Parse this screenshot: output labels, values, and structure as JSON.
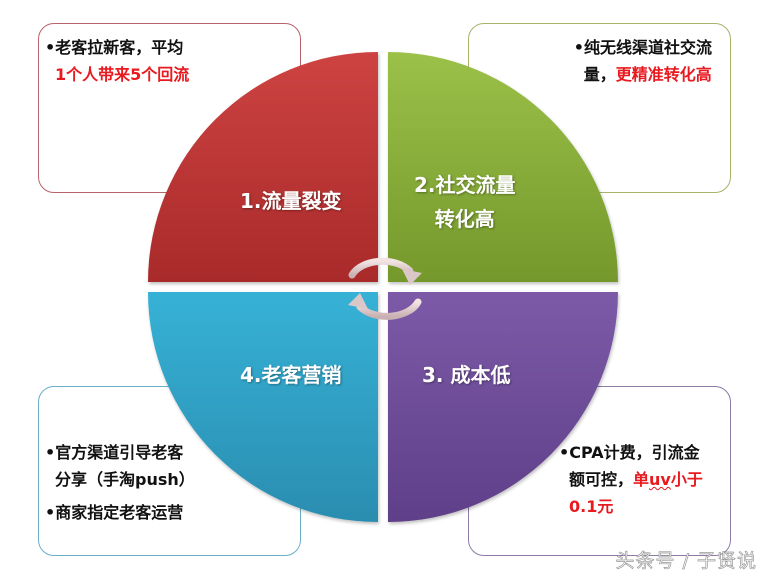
{
  "diagram": {
    "type": "four-quadrant-cycle",
    "colors": {
      "quadrant_1": "#c03a3a",
      "quadrant_2": "#8ab23a",
      "quadrant_3": "#6e4c98",
      "quadrant_4": "#31a3c8",
      "highlight_text": "#e8191f"
    },
    "quadrants": [
      {
        "id": 1,
        "label": "1.流量裂变"
      },
      {
        "id": 2,
        "label_line1": "2.社交流量",
        "label_line2": "转化高"
      },
      {
        "id": 3,
        "label": "3. 成本低"
      },
      {
        "id": 4,
        "label": "4.老客营销"
      }
    ],
    "boxes": {
      "top_left": {
        "line1": "•老客拉新客，平均",
        "line2_highlight": "1个人带来5个回流"
      },
      "top_right": {
        "line1": "•纯无线渠道社交流",
        "line2_prefix": "量，",
        "line2_highlight": "更精准转化高"
      },
      "bottom_left": {
        "bullet1_line1": "•官方渠道引导老客",
        "bullet1_line2": "分享（手淘push）",
        "bullet2": "•商家指定老客运营"
      },
      "bottom_right": {
        "line1": "•CPA计费，引流金",
        "line2_prefix": "额可控，",
        "line2_highlight_a": "单",
        "line2_highlight_uv": "uv",
        "line2_highlight_b": "小于",
        "line3_highlight": "0.1元"
      }
    },
    "center_arrows": [
      "cycle-arrow-clockwise-top",
      "cycle-arrow-clockwise-bottom"
    ]
  },
  "watermark": "头条号 / 子贤说"
}
